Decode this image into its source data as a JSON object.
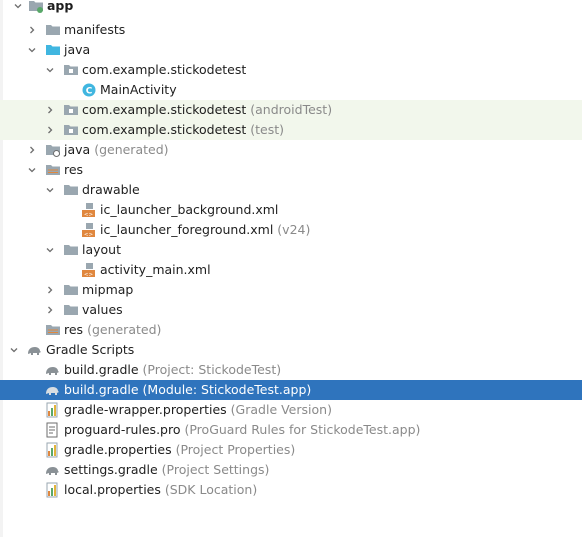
{
  "tree": {
    "app": "app",
    "manifests": "manifests",
    "java": "java",
    "pkg_main": "com.example.stickodetest",
    "main_activity": "MainActivity",
    "pkg_android_test": "com.example.stickodetest",
    "pkg_android_test_tag": "(androidTest)",
    "pkg_test": "com.example.stickodetest",
    "pkg_test_tag": "(test)",
    "java_generated": "java",
    "java_generated_tag": "(generated)",
    "res": "res",
    "drawable": "drawable",
    "ic_bg": "ic_launcher_background.xml",
    "ic_fg": "ic_launcher_foreground.xml",
    "ic_fg_tag": "(v24)",
    "layout": "layout",
    "activity_main": "activity_main.xml",
    "mipmap": "mipmap",
    "values": "values",
    "res_generated": "res",
    "res_generated_tag": "(generated)",
    "gradle_scripts": "Gradle Scripts",
    "build_project": "build.gradle",
    "build_project_tag": "(Project: StickodeTest)",
    "build_module": "build.gradle",
    "build_module_tag": "(Module: StickodeTest.app)",
    "wrapper": "gradle-wrapper.properties",
    "wrapper_tag": "(Gradle Version)",
    "proguard": "proguard-rules.pro",
    "proguard_tag": "(ProGuard Rules for StickodeTest.app)",
    "gradle_props": "gradle.properties",
    "gradle_props_tag": "(Project Properties)",
    "settings": "settings.gradle",
    "settings_tag": "(Project Settings)",
    "local": "local.properties",
    "local_tag": "(SDK Location)"
  },
  "colors": {
    "selection": "#2f74bd",
    "highlight_row": "#f2f7ec",
    "folder": "#9aa7b0",
    "source_folder": "#40b6e0",
    "xml_icon": "#e0873e",
    "secondary_text": "#8a8a8a"
  }
}
